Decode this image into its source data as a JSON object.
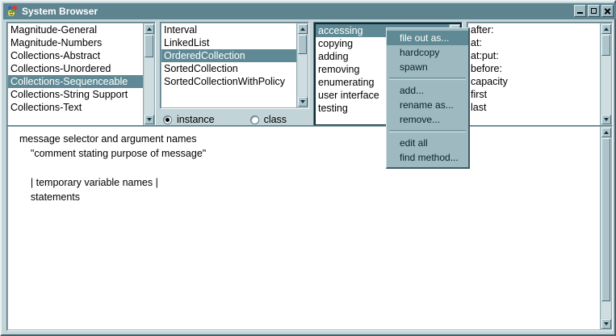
{
  "window": {
    "title": "System Browser",
    "icon": "squeak-balloon-icon",
    "buttons": {
      "minimize": "minimize-button",
      "maximize": "maximize-button",
      "close": "close-button"
    },
    "colors": {
      "titlebar": "#5d848f",
      "frame": "#c3d4d9",
      "selection": "#5f8a95",
      "menu_bg": "#9fb9c1"
    }
  },
  "panes": {
    "categories": {
      "name": "system-category-list",
      "items": [
        "Magnitude-General",
        "Magnitude-Numbers",
        "Collections-Abstract",
        "Collections-Unordered",
        "Collections-Sequenceable",
        "Collections-String Support",
        "Collections-Text"
      ],
      "selected_index": 4,
      "focused": false
    },
    "classes": {
      "name": "class-list",
      "items": [
        "Interval",
        "LinkedList",
        "OrderedCollection",
        "SortedCollection",
        "SortedCollectionWithPolicy"
      ],
      "selected_index": 2,
      "focused": false
    },
    "protocols": {
      "name": "message-category-list",
      "items": [
        "accessing",
        "copying",
        "adding",
        "removing",
        "enumerating",
        "user interface",
        "testing"
      ],
      "selected_index": 0,
      "focused": true
    },
    "messages": {
      "name": "message-list",
      "items": [
        "after:",
        "at:",
        "at:put:",
        "before:",
        "capacity",
        "first",
        "last"
      ],
      "selected_index": -1,
      "focused": false
    }
  },
  "switches": {
    "instance_label": "instance",
    "class_label": "class",
    "selected": "instance"
  },
  "code": {
    "lines": [
      "message selector and argument names",
      "    \"comment stating purpose of message\"",
      "",
      "    | temporary variable names |",
      "    statements"
    ]
  },
  "context_menu": {
    "name": "message-category-context-menu",
    "highlighted_index": 0,
    "groups": [
      [
        {
          "label": "file out as..."
        },
        {
          "label": "hardcopy"
        },
        {
          "label": "spawn"
        }
      ],
      [
        {
          "label": "add..."
        },
        {
          "label": "rename as..."
        },
        {
          "label": "remove..."
        }
      ],
      [
        {
          "label": "edit all"
        },
        {
          "label": "find method..."
        }
      ]
    ]
  }
}
